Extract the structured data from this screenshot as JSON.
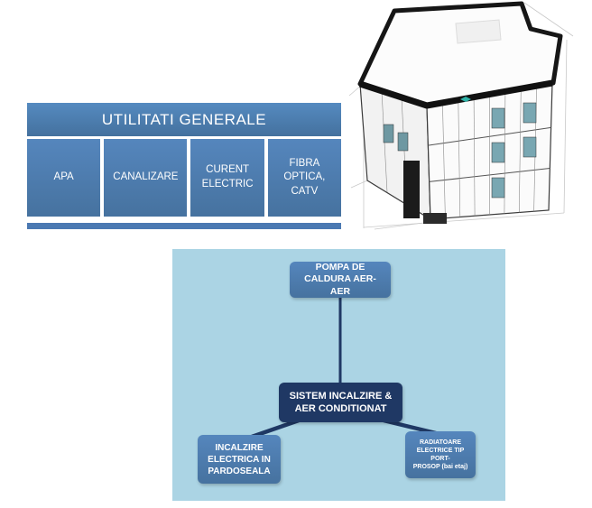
{
  "utilities": {
    "title": "UTILITATI GENERALE",
    "cells": [
      "APA",
      "CANALIZARE",
      "CURENT ELECTRIC",
      "FIBRA OPTICA, CATV"
    ]
  },
  "hvac": {
    "top": "POMPA DE\nCALDURA AER-AER",
    "center": "SISTEM INCALZIRE  &\nAER CONDITIONAT",
    "bottom_left": "INCALZIRE\nELECTRICA  IN\nPARDOSEALA",
    "bottom_right": "RADIATOARE\nELECTRICE  TIP PORT-\nPROSOP (bai etaj)"
  },
  "colors": {
    "table_blue": "#4b79b2",
    "panel_light_blue": "#abd4e4",
    "node_blue": "#4b79b2",
    "node_dark_navy": "#1f3864",
    "connector": "#1f3864",
    "window_teal": "#79a7b2"
  }
}
